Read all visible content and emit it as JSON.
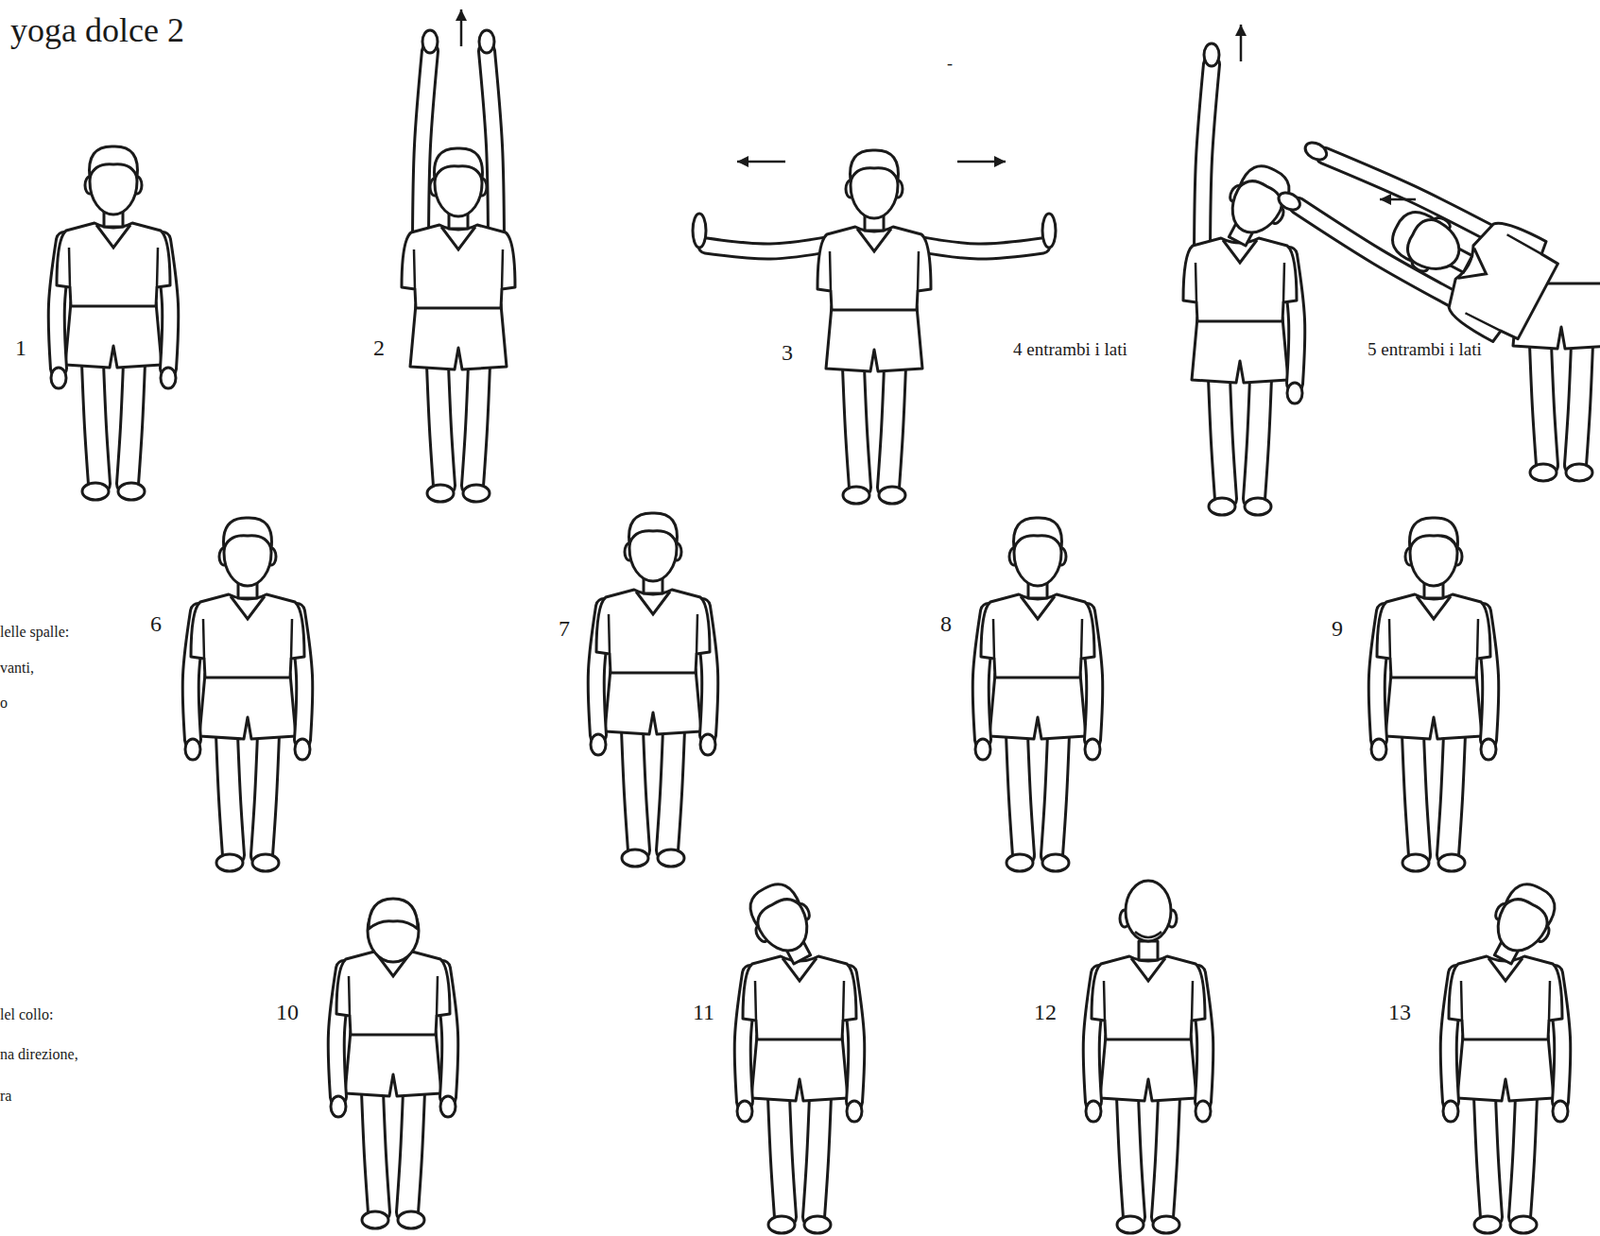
{
  "diagram": {
    "title": "yoga dolce 2",
    "labels": [
      "1",
      "2",
      "3",
      "4 entrambi i lati",
      "5 entrambi i lati",
      "-",
      "lelle spalle:",
      "vanti,",
      "o",
      "6",
      "7",
      "8",
      "9",
      "lel collo:",
      "na direzione,",
      "ra",
      "10",
      "11",
      "12",
      "13"
    ]
  }
}
